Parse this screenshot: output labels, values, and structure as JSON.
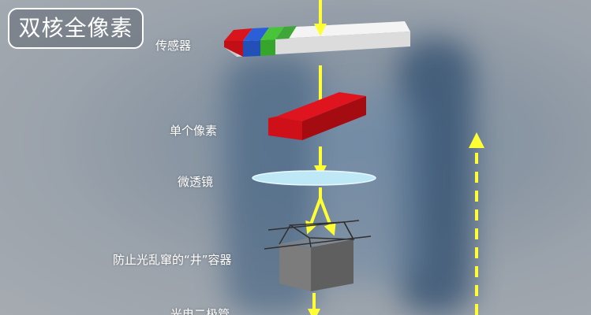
{
  "title": "双核全像素",
  "labels": {
    "sensor": "传感器",
    "single_pixel": "单个像素",
    "microlens": "微透镜",
    "well": "防止光乱窜的“井”容器",
    "photodiode": "光电二极管"
  },
  "colors": {
    "arrow": "#ffff33",
    "pixel_red": "#d8141c",
    "lens": "#bfe8f6"
  }
}
